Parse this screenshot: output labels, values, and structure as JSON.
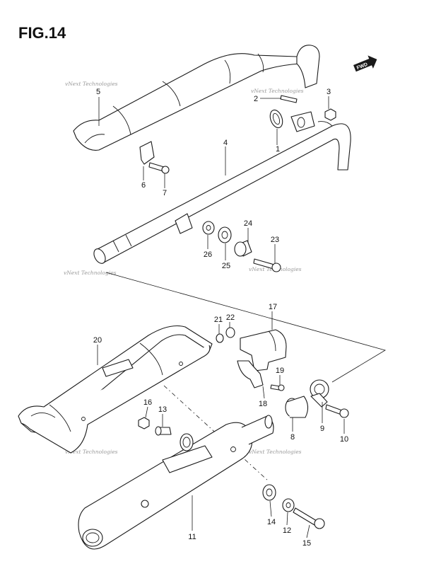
{
  "figure": {
    "title": "FIG.14"
  },
  "badge": {
    "fwd": "FWD"
  },
  "watermark": {
    "text": "vNext Technologies"
  },
  "callouts": [
    {
      "id": "1",
      "label": "1"
    },
    {
      "id": "2",
      "label": "2"
    },
    {
      "id": "3",
      "label": "3"
    },
    {
      "id": "4",
      "label": "4"
    },
    {
      "id": "5",
      "label": "5"
    },
    {
      "id": "6",
      "label": "6"
    },
    {
      "id": "7",
      "label": "7"
    },
    {
      "id": "8",
      "label": "8"
    },
    {
      "id": "9",
      "label": "9"
    },
    {
      "id": "10",
      "label": "10"
    },
    {
      "id": "11",
      "label": "11"
    },
    {
      "id": "12",
      "label": "12"
    },
    {
      "id": "13",
      "label": "13"
    },
    {
      "id": "14",
      "label": "14"
    },
    {
      "id": "15",
      "label": "15"
    },
    {
      "id": "16",
      "label": "16"
    },
    {
      "id": "17",
      "label": "17"
    },
    {
      "id": "18",
      "label": "18"
    },
    {
      "id": "19",
      "label": "19"
    },
    {
      "id": "20",
      "label": "20"
    },
    {
      "id": "21",
      "label": "21"
    },
    {
      "id": "22",
      "label": "22"
    },
    {
      "id": "23",
      "label": "23"
    },
    {
      "id": "24",
      "label": "24"
    },
    {
      "id": "25",
      "label": "25"
    },
    {
      "id": "26",
      "label": "26"
    }
  ]
}
